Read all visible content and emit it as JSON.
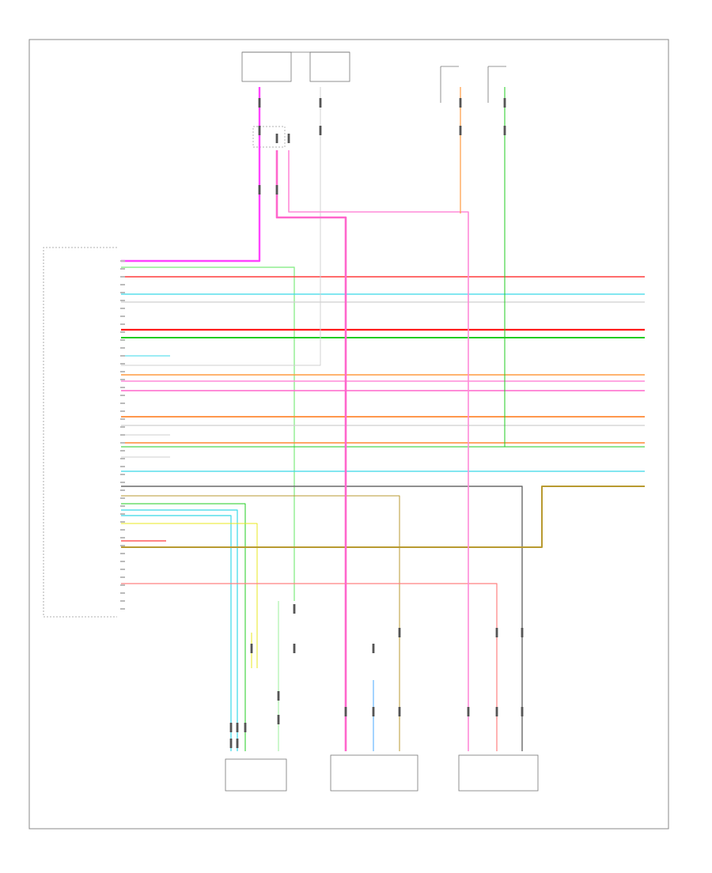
{
  "diagram": {
    "wires": [
      {
        "id": "w1",
        "color": "#ff44ff"
      },
      {
        "id": "w2",
        "color": "#90ee90"
      },
      {
        "id": "w3",
        "color": "#ff3b3b"
      },
      {
        "id": "w4",
        "color": "#38d8e8"
      },
      {
        "id": "w5",
        "color": "#cfcfcf"
      },
      {
        "id": "w6",
        "color": "#ff1a1a"
      },
      {
        "id": "w7",
        "color": "#22cc22"
      },
      {
        "id": "w8",
        "color": "#ff9a40"
      },
      {
        "id": "w9",
        "color": "#ff8ad8"
      },
      {
        "id": "w10",
        "color": "#ff66cc"
      },
      {
        "id": "w11",
        "color": "#ff8833"
      },
      {
        "id": "w12",
        "color": "#8b2b2b"
      },
      {
        "id": "w13",
        "color": "#4aa8ff"
      },
      {
        "id": "w14",
        "color": "#e8e820"
      },
      {
        "id": "w15",
        "color": "#b89a30"
      },
      {
        "id": "w16",
        "color": "#6a6a6a"
      },
      {
        "id": "w17",
        "color": "#ff8080"
      }
    ],
    "colors": {
      "border": "#888888",
      "text": "#333333"
    }
  }
}
